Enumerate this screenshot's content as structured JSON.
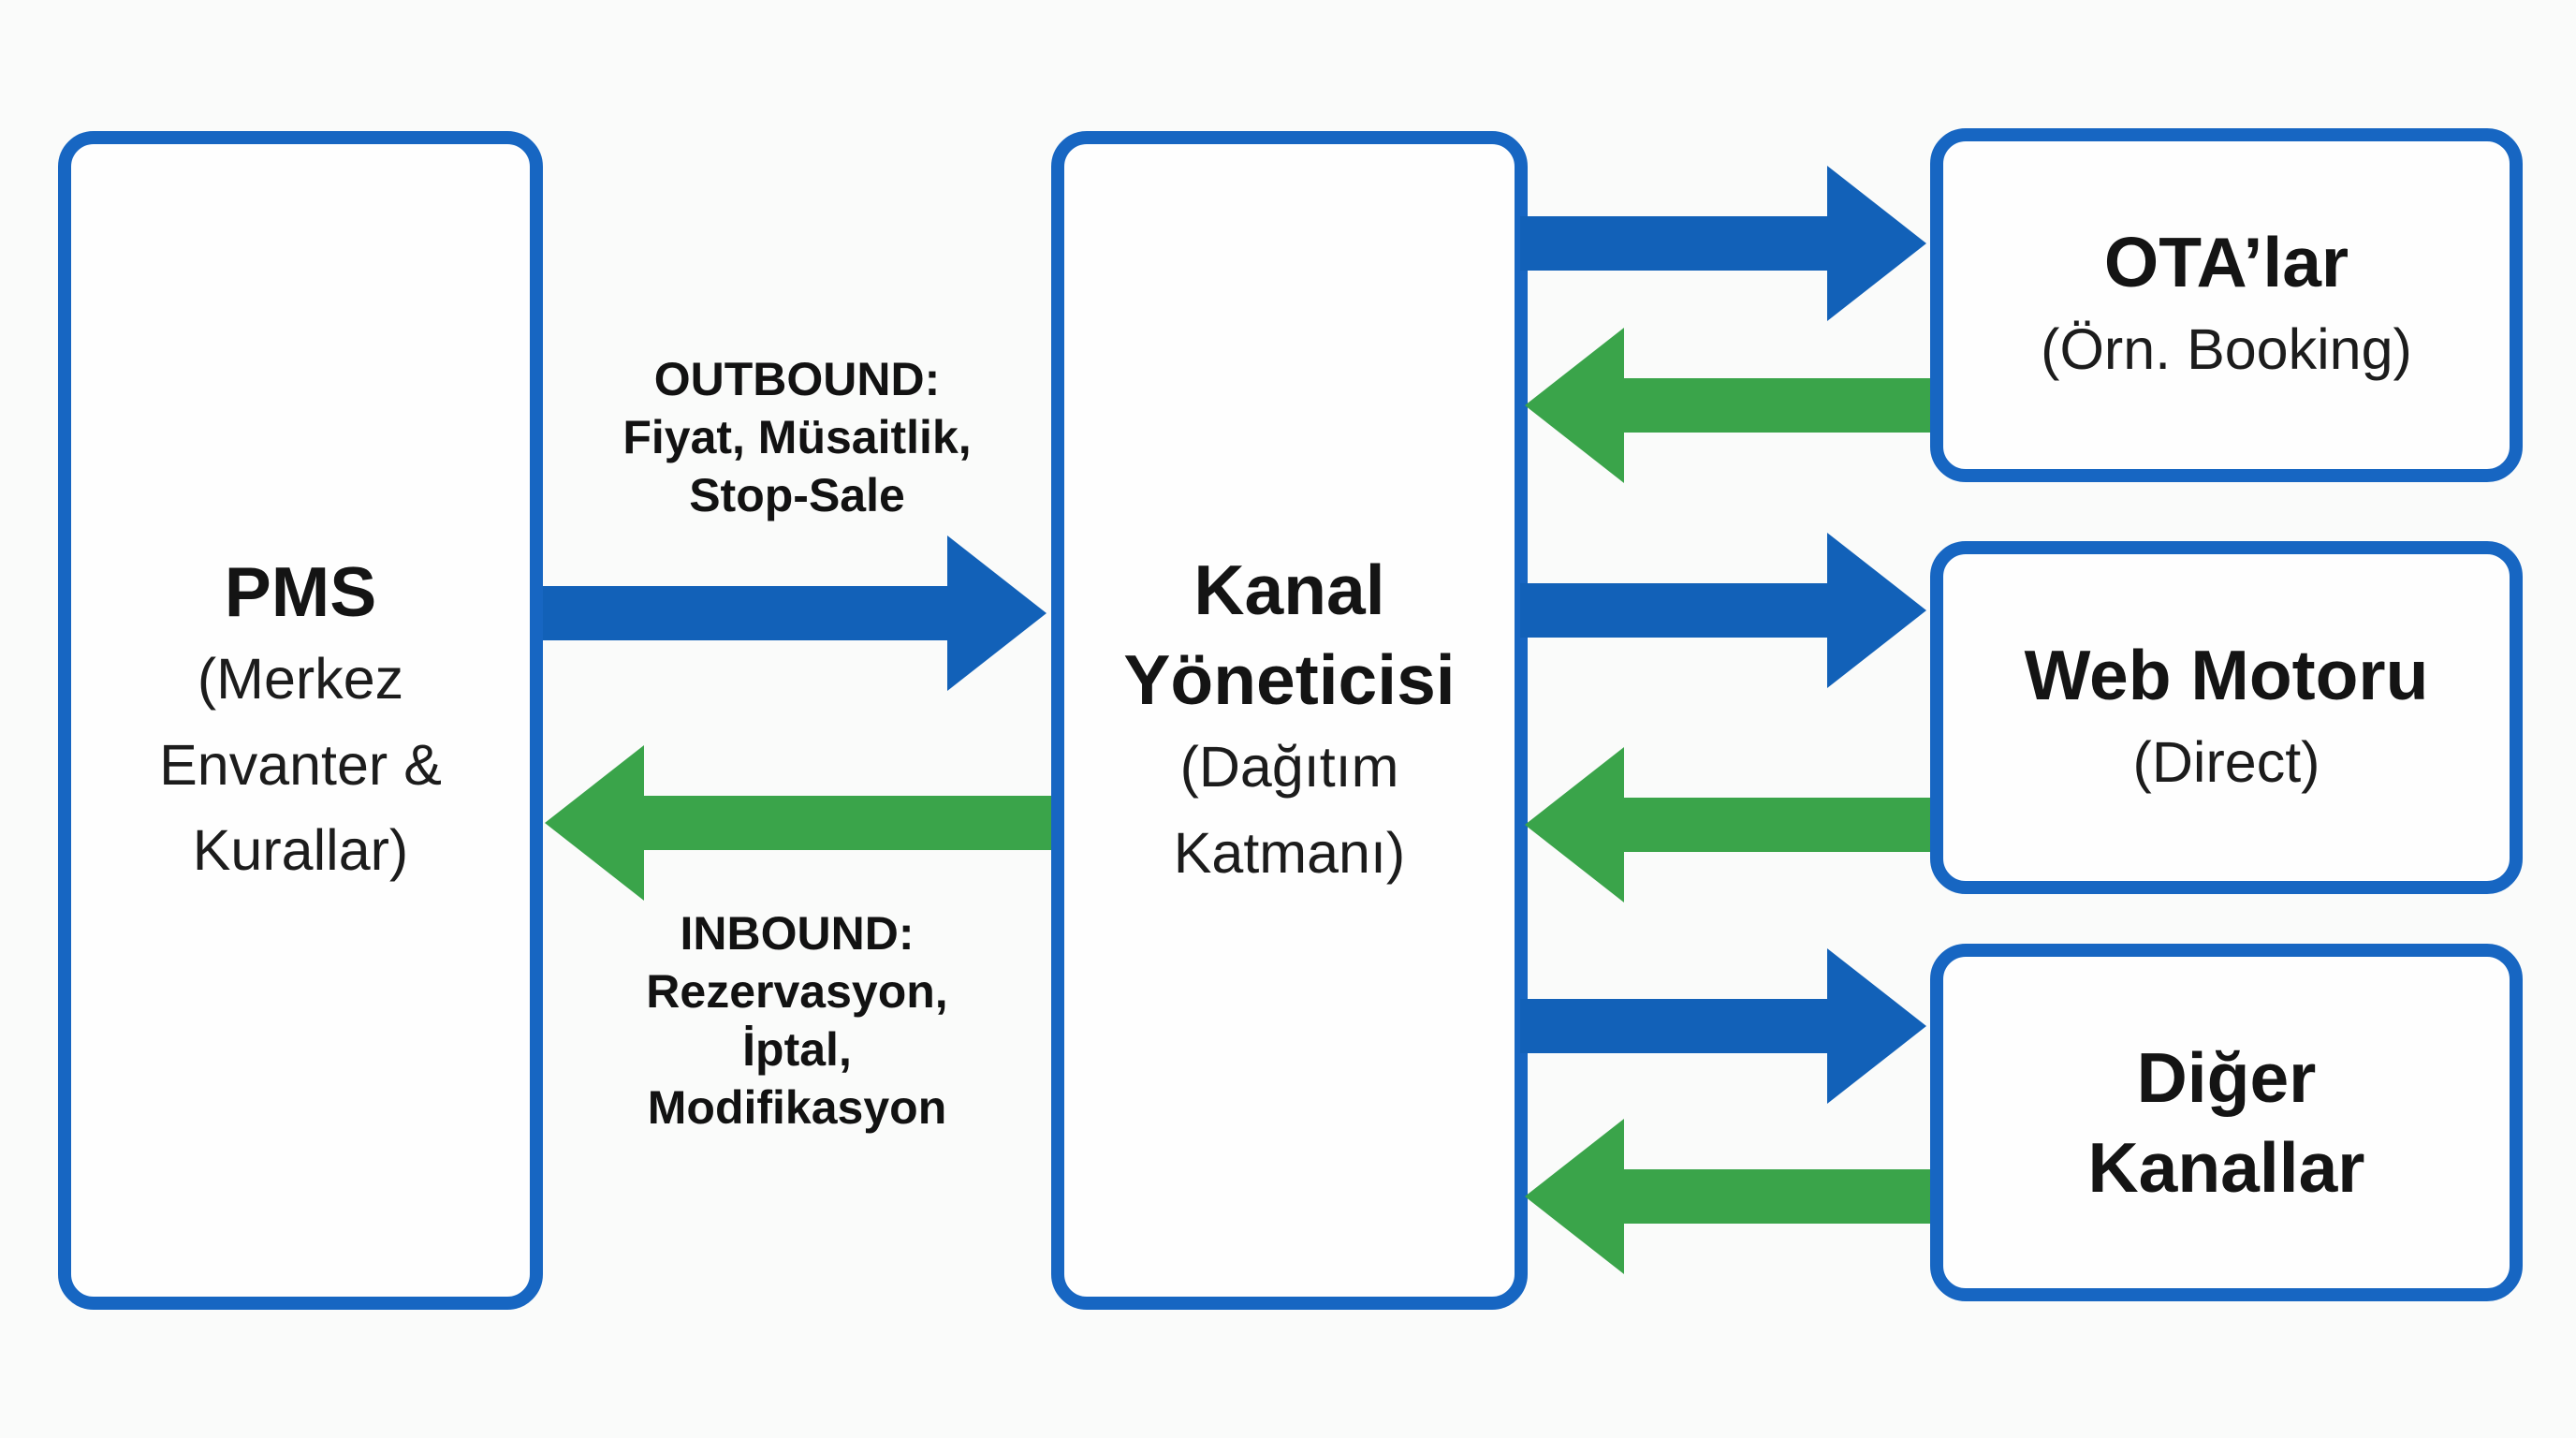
{
  "diagram": {
    "title_semantic": "Channel Manager distribution diagram (Turkish)",
    "colors": {
      "outbound_arrow_blue": "#1261b8",
      "inbound_arrow_green": "#3aa44a",
      "box_border_blue": "#1766c2",
      "background": "#fafbfa",
      "text": "#161616"
    },
    "nodes": {
      "pms": {
        "title": "PMS",
        "subtitle": "(Merkez Envanter & Kurallar)"
      },
      "channel_manager": {
        "title": "Kanal Yöneticisi",
        "subtitle": "(Dağıtım Katmanı)"
      },
      "ota": {
        "title": "OTA’lar",
        "subtitle": "(Örn. Booking)"
      },
      "web_engine": {
        "title": "Web Motoru",
        "subtitle": "(Direct)"
      },
      "other_channels": {
        "title": "Diğer Kanallar"
      }
    },
    "labels": {
      "outbound": "OUTBOUND:\nFiyat, Müsaitlik,\nStop-Sale",
      "inbound": "INBOUND:\nRezervasyon,\nİptal,\nModifikasyon"
    },
    "edges": [
      {
        "from": "pms",
        "to": "channel_manager",
        "direction": "outbound",
        "color": "blue"
      },
      {
        "from": "channel_manager",
        "to": "pms",
        "direction": "inbound",
        "color": "green"
      },
      {
        "from": "channel_manager",
        "to": "ota",
        "direction": "outbound",
        "color": "blue"
      },
      {
        "from": "ota",
        "to": "channel_manager",
        "direction": "inbound",
        "color": "green"
      },
      {
        "from": "channel_manager",
        "to": "web_engine",
        "direction": "outbound",
        "color": "blue"
      },
      {
        "from": "web_engine",
        "to": "channel_manager",
        "direction": "inbound",
        "color": "green"
      },
      {
        "from": "channel_manager",
        "to": "other_channels",
        "direction": "outbound",
        "color": "blue"
      },
      {
        "from": "other_channels",
        "to": "channel_manager",
        "direction": "inbound",
        "color": "green"
      }
    ]
  }
}
